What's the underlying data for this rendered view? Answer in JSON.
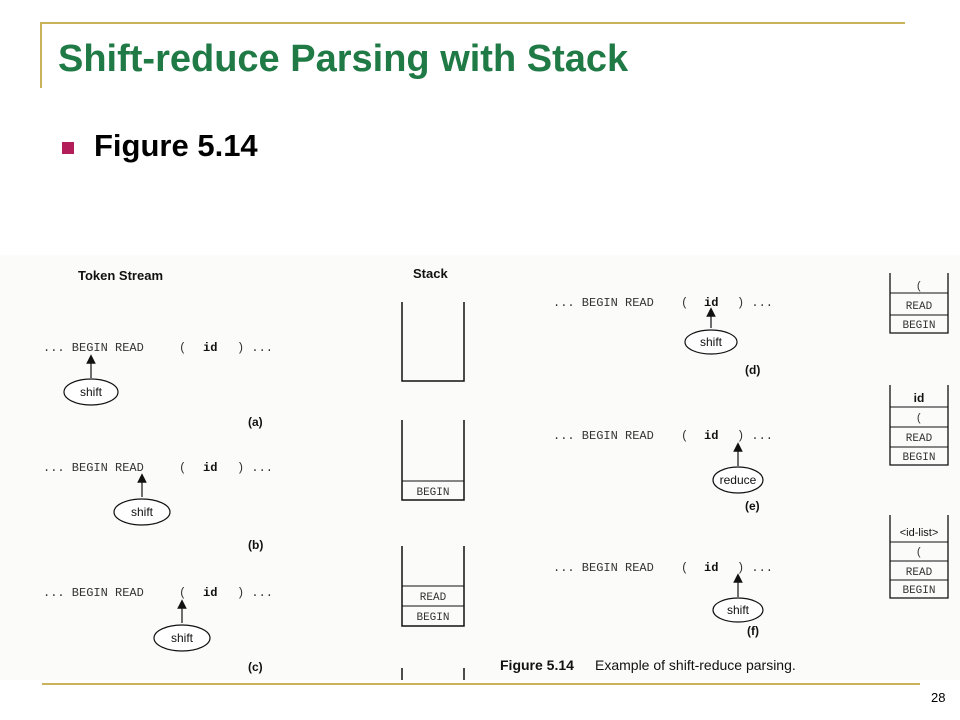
{
  "slide": {
    "title": "Shift-reduce Parsing with Stack",
    "bullet": "Figure 5.14",
    "page_number": "28"
  },
  "figure": {
    "headers": {
      "token_stream": "Token Stream",
      "stack": "Stack"
    },
    "token_line": {
      "prefix": "... BEGIN READ",
      "open": "(",
      "id": "id",
      "close": ") ..."
    },
    "actions": {
      "shift": "shift",
      "reduce": "reduce"
    },
    "labels": {
      "a": "(a)",
      "b": "(b)",
      "c": "(c)",
      "d": "(d)",
      "e": "(e)",
      "f": "(f)"
    },
    "stack_items": {
      "begin": "BEGIN",
      "read": "READ",
      "paren": "(",
      "id": "id",
      "id_list": "<id-list>"
    },
    "caption": {
      "label": "Figure 5.14",
      "text": "Example of shift-reduce parsing."
    }
  }
}
